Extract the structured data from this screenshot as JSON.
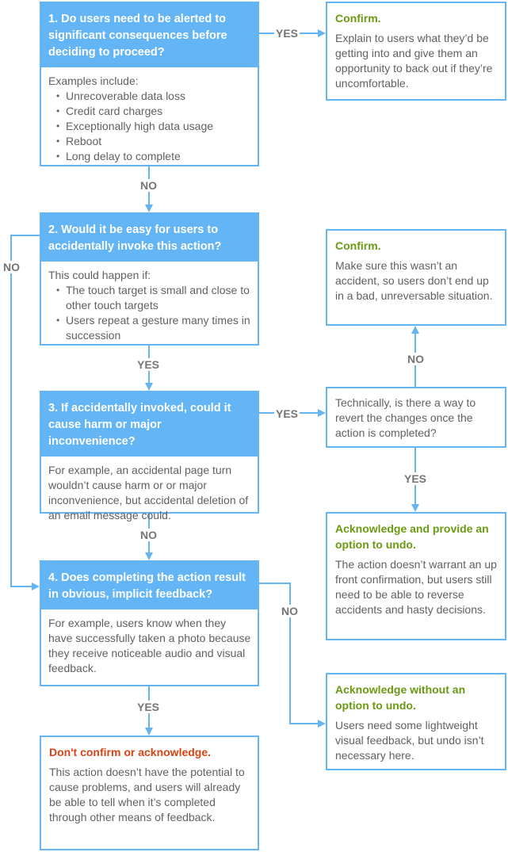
{
  "colors": {
    "line": "#64b5f6",
    "title_green": "#6a9a12",
    "title_red": "#d84315",
    "text": "#616161",
    "label": "#757575"
  },
  "questions": [
    {
      "title": "1. Do users need to be alerted to significant consequences before deciding to proceed?",
      "intro": "Examples include:",
      "bullets": [
        "Unrecoverable data loss",
        "Credit card charges",
        "Exceptionally high data usage",
        "Reboot",
        "Long delay to complete"
      ]
    },
    {
      "title": "2. Would it be easy for users to accidentally invoke this action?",
      "intro": "This could happen if:",
      "bullets": [
        "The touch target is small and close to other touch targets",
        "Users repeat a gesture many times in succession"
      ]
    },
    {
      "title": "3. If accidentally invoked, could it cause harm or major inconvenience?",
      "intro": "For example, an accidental page turn wouldn’t cause harm or or major inconvenience, but accidental deletion of an email message could."
    },
    {
      "title": "4. Does completing the action result in obvious, implicit feedback?",
      "intro": "For example, users know when they have successfully taken a photo because they receive noticeable audio and visual feedback."
    }
  ],
  "outcomes": {
    "confirm_1": {
      "title": "Confirm.",
      "text": "Explain to users what they’d be getting into and give them an opportunity to back out if they’re uncomfortable."
    },
    "confirm_2": {
      "title": "Confirm.",
      "text": "Make sure this wasn’t an accident, so users don’t end up in a bad, unreversable situation."
    },
    "revert_question": {
      "text": "Technically, is there a way to revert the changes once the action is completed?"
    },
    "ack_undo": {
      "title": "Acknowledge and provide an option to undo.",
      "text": "The action doesn’t warrant an up front confirmation, but users still need to be able to reverse accidents and hasty decisions."
    },
    "ack_no_undo": {
      "title": "Acknowledge without an option to undo.",
      "text": "Users need some lightweight visual feedback, but undo isn’t necessary here."
    },
    "dont_confirm": {
      "title": "Don't confirm or acknowledge.",
      "text": "This action doesn’t have the potential to cause problems, and users will already be able to tell when it’s completed through other means of feedback."
    }
  },
  "labels": {
    "q1_yes": "YES",
    "q1_no": "NO",
    "q2_yes": "YES",
    "q2_no": "NO",
    "q3_yes": "YES",
    "q3_no": "NO",
    "q4_yes": "YES",
    "q4_no": "NO",
    "revert_yes": "YES",
    "revert_no": "NO"
  }
}
